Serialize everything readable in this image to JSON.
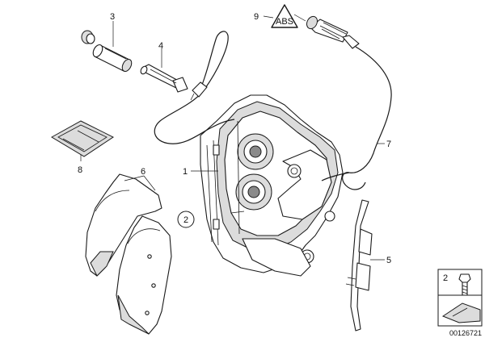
{
  "callouts": {
    "c1": "1",
    "c2": "2",
    "c3": "3",
    "c4": "4",
    "c5": "5",
    "c6": "6",
    "c7": "7",
    "c8": "8",
    "c9": "9"
  },
  "legend": {
    "part_number": "2"
  },
  "document_number": "00126721",
  "warning_symbol_text": "ABS",
  "icons": [
    "warning-triangle-icon",
    "bolt-icon"
  ]
}
